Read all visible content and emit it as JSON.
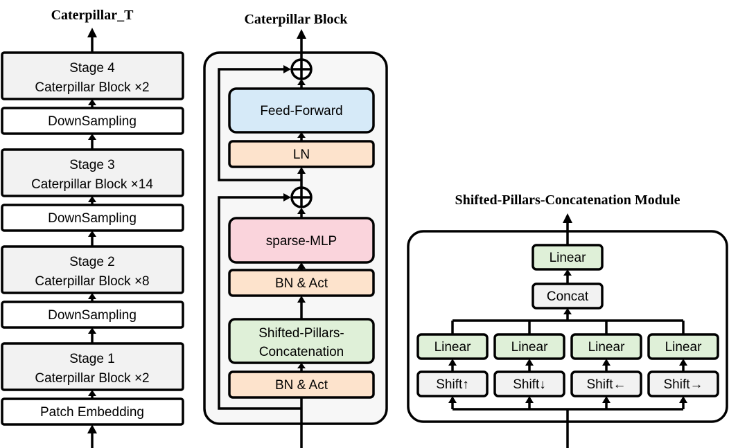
{
  "left": {
    "title": "Caterpillar_T",
    "stage4": {
      "line1": "Stage 4",
      "line2": "Caterpillar Block ×2"
    },
    "down3": "DownSampling",
    "stage3": {
      "line1": "Stage 3",
      "line2": "Caterpillar Block ×14"
    },
    "down2": "DownSampling",
    "stage2": {
      "line1": "Stage 2",
      "line2": "Caterpillar Block ×8"
    },
    "down1": "DownSampling",
    "stage1": {
      "line1": "Stage 1",
      "line2": "Caterpillar Block ×2"
    },
    "patch": "Patch Embedding"
  },
  "middle": {
    "title": "Caterpillar Block",
    "feed_forward": "Feed-Forward",
    "ln": "LN",
    "sparse_mlp": "sparse-MLP",
    "bn_act_top": "BN & Act",
    "spc": {
      "line1": "Shifted-Pillars-",
      "line2": "Concatenation"
    },
    "bn_act_bottom": "BN & Act"
  },
  "right": {
    "title": "Shifted-Pillars-Concatenation Module",
    "linear_top": "Linear",
    "concat": "Concat",
    "linears": [
      "Linear",
      "Linear",
      "Linear",
      "Linear"
    ],
    "shifts": [
      "Shift↑",
      "Shift↓",
      "Shift←",
      "Shift→"
    ]
  },
  "colors": {
    "gray_box": "#f2f2f2",
    "white_box": "#ffffff",
    "feed_forward": "#d6eaf8",
    "ln_bn": "#fde3cc",
    "sparse_mlp": "#fad4dc",
    "spc_linear": "#dff0d8"
  }
}
